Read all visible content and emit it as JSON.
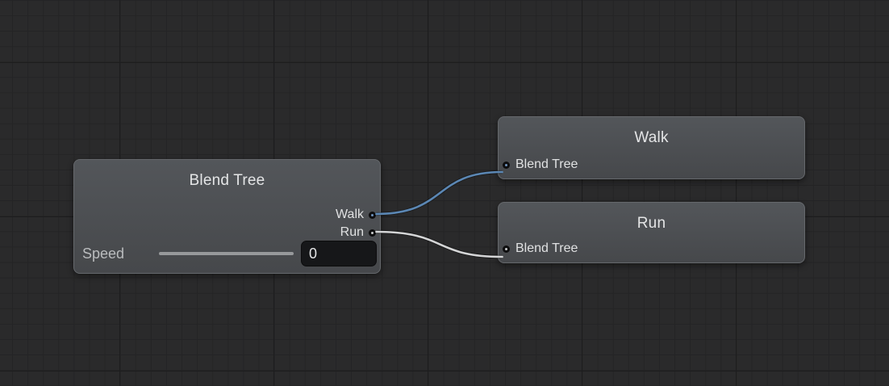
{
  "nodes": {
    "blend_tree": {
      "title": "Blend Tree",
      "outputs": [
        {
          "label": "Walk"
        },
        {
          "label": "Run"
        }
      ],
      "param": {
        "label": "Speed",
        "value": "0"
      }
    },
    "walk": {
      "title": "Walk",
      "input": {
        "label": "Blend Tree"
      }
    },
    "run": {
      "title": "Run",
      "input": {
        "label": "Blend Tree"
      }
    }
  },
  "edges": [
    {
      "name": "walk-edge",
      "from": "Blend Tree / Walk",
      "to": "Walk / Blend Tree",
      "color_key": "edge_walk"
    },
    {
      "name": "run-edge",
      "from": "Blend Tree / Run",
      "to": "Run / Blend Tree",
      "color_key": "edge_run"
    }
  ],
  "colors": {
    "canvas_bg": "#2a2a2b",
    "grid_minor": "#242425",
    "grid_major": "#1d1d1e",
    "node_bg_top": "#53565a",
    "node_bg_bottom": "#46484b",
    "node_border": "#65686c",
    "text_title": "#e4e5e6",
    "text_label": "#e0e1e2",
    "text_dim": "#babcbe",
    "slider": "#97999b",
    "field_bg": "#161719",
    "edge_walk": "#5b87b4",
    "edge_run": "#d4d5d6",
    "port_walk": "#6f93bb",
    "port_run": "#c9cacb"
  }
}
